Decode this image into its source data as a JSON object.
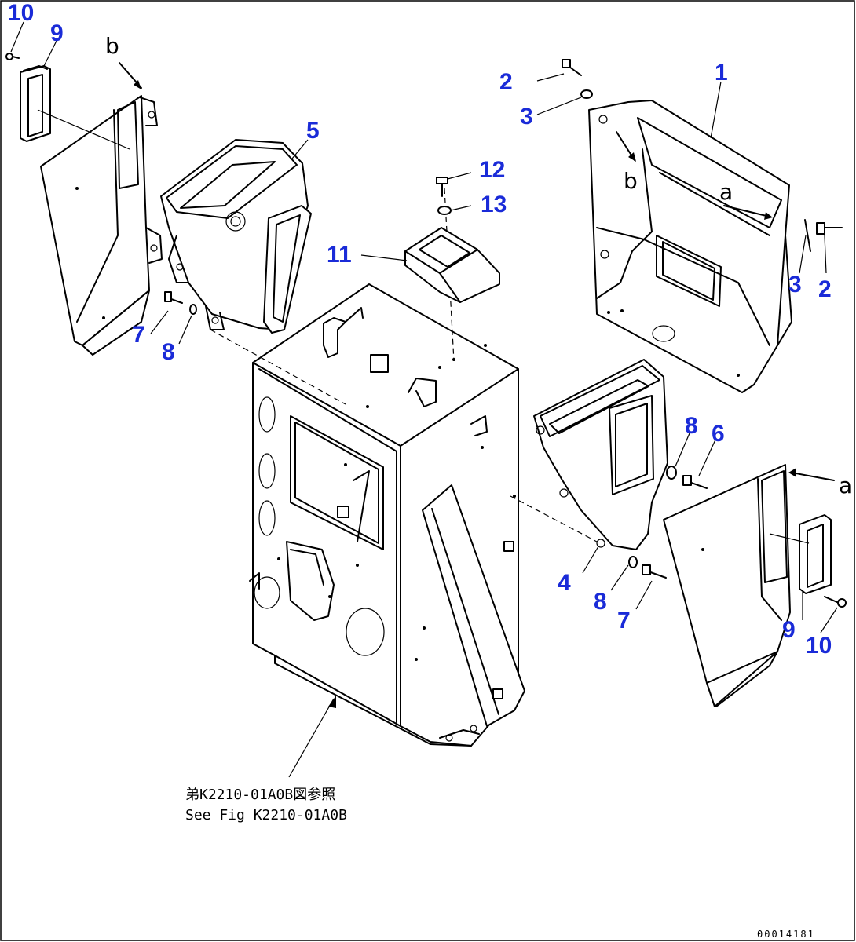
{
  "callouts": {
    "c1": "1",
    "c2a": "2",
    "c2b": "2",
    "c3a": "3",
    "c3b": "3",
    "c4": "4",
    "c5": "5",
    "c6": "6",
    "c7a": "7",
    "c7b": "7",
    "c8a": "8",
    "c8b": "8",
    "c8c": "8",
    "c9a": "9",
    "c9b": "9",
    "c10a": "10",
    "c10b": "10",
    "c11": "11",
    "c12": "12",
    "c13": "13"
  },
  "view_markers": {
    "b_left": "b",
    "b_right": "b",
    "a_right": "a",
    "a_top": "a"
  },
  "reference_note": {
    "line1": "弟K2210-01A0B図参照",
    "line2": "See Fig K2210-01A0B"
  },
  "drawing_code": "00014181",
  "callout_color": "#1a2bd8"
}
